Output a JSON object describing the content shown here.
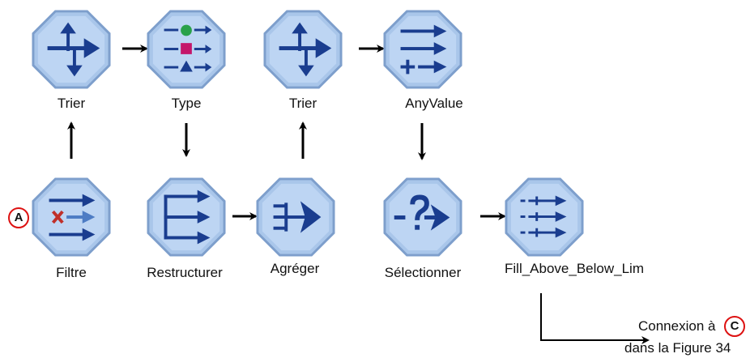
{
  "nodes": {
    "trier1": {
      "label": "Trier",
      "icon": "sort-icon"
    },
    "type": {
      "label": "Type",
      "icon": "type-icon"
    },
    "trier2": {
      "label": "Trier",
      "icon": "sort-icon"
    },
    "anyvalue": {
      "label": "AnyValue",
      "icon": "derive-icon"
    },
    "filtre": {
      "label": "Filtre",
      "icon": "filter-icon"
    },
    "restructurer": {
      "label": "Restructurer",
      "icon": "restructure-icon"
    },
    "agreger": {
      "label": "Agréger",
      "icon": "aggregate-icon"
    },
    "selectionner": {
      "label": "Sélectionner",
      "icon": "select-icon"
    },
    "fill": {
      "label": "Fill_Above_Below_Lim",
      "icon": "filler-icon"
    }
  },
  "markers": {
    "start": "A",
    "end": "C"
  },
  "connection_note": {
    "line1": "Connexion à",
    "line2": "dans la Figure 34"
  },
  "colors": {
    "node_fill": "#a9c6ea",
    "node_stroke": "#7e9fcc",
    "glyph": "#1a3d8f",
    "marker": "#d11111"
  }
}
